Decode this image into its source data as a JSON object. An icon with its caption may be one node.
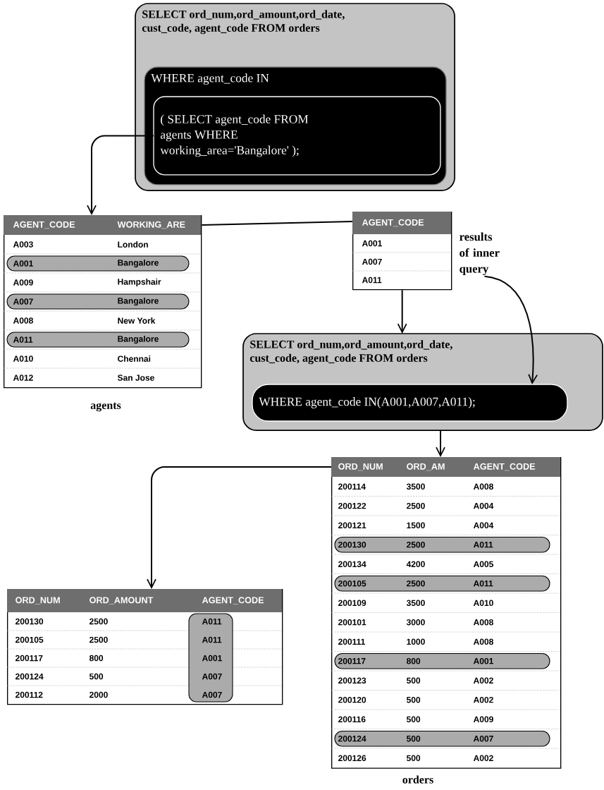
{
  "diagram": {
    "nodes": [
      {
        "text": [
          "SELECT ord_num,ord_amount,ord_date, cust_code, agent_code FROM orders"
        ]
      },
      {
        "text": [
          "WHERE agent_code IN"
        ],
        "in": 0
      },
      {
        "text": [
          "( SELECT agent_code FROM agents WHERE working_area='Bangalore' );"
        ],
        "in": 1
      },
      {
        "text": [
          "AGENT_CODE",
          "WORKING_ARE",
          "A003",
          "London",
          "A001",
          "Bangalore",
          "A009",
          "Hampshair",
          "A007",
          "Bangalore",
          "A008",
          "New York",
          "A011",
          "Bangalore",
          "A010",
          "Chennai",
          "A012",
          "San Jose"
        ],
        "beside": [
          "agents"
        ]
      },
      {
        "text": [
          "AGENT_CODE",
          "A001",
          "A007",
          "A011"
        ]
      },
      {
        "text": [
          "results of inner query"
        ]
      },
      {
        "text": [
          "SELECT ord_num,ord_amount,ord_date, cust_code, agent_code FROM orders"
        ]
      },
      {
        "text": [
          "WHERE agent_code IN(A001,A007,A011);"
        ],
        "in": 6
      },
      {
        "text": [
          "ORD_NUM",
          "ORD_AM",
          "AGENT_CODE",
          "200114",
          "3500",
          "A008",
          "200122",
          "2500",
          "A004",
          "200121",
          "1500",
          "A004",
          "200130",
          "2500",
          "A011",
          "200134",
          "4200",
          "A005",
          "200105",
          "2500",
          "A011",
          "200109",
          "3500",
          "A010",
          "200101",
          "3000",
          "A008",
          "200111",
          "1000",
          "A008",
          "200117",
          "800",
          "A001",
          "200123",
          "500",
          "A002",
          "200120",
          "500",
          "A002",
          "200116",
          "500",
          "A009",
          "200124",
          "500",
          "A007",
          "200126",
          "500",
          "A002"
        ],
        "beside": [
          "orders"
        ]
      },
      {
        "text": [
          "ORD_NUM",
          "ORD_AMOUNT",
          "AGENT_CODE",
          "200130",
          "2500",
          "A011",
          "200105",
          "2500",
          "A011",
          "200117",
          "800",
          "A001",
          "200124",
          "500",
          "A007",
          "200112",
          "2000",
          "A007"
        ]
      }
    ],
    "edges": [
      {
        "from": 2,
        "to": 3,
        "arrow": "to"
      },
      {
        "from": 3,
        "to": 4,
        "arrow": "none"
      },
      {
        "from": 4,
        "to": 6,
        "arrow": "to"
      },
      {
        "from": 5,
        "to": 7,
        "arrow": "to"
      },
      {
        "from": 6,
        "to": 8,
        "arrow": "to"
      },
      {
        "from": 8,
        "to": 9,
        "arrow": "to"
      }
    ]
  }
}
